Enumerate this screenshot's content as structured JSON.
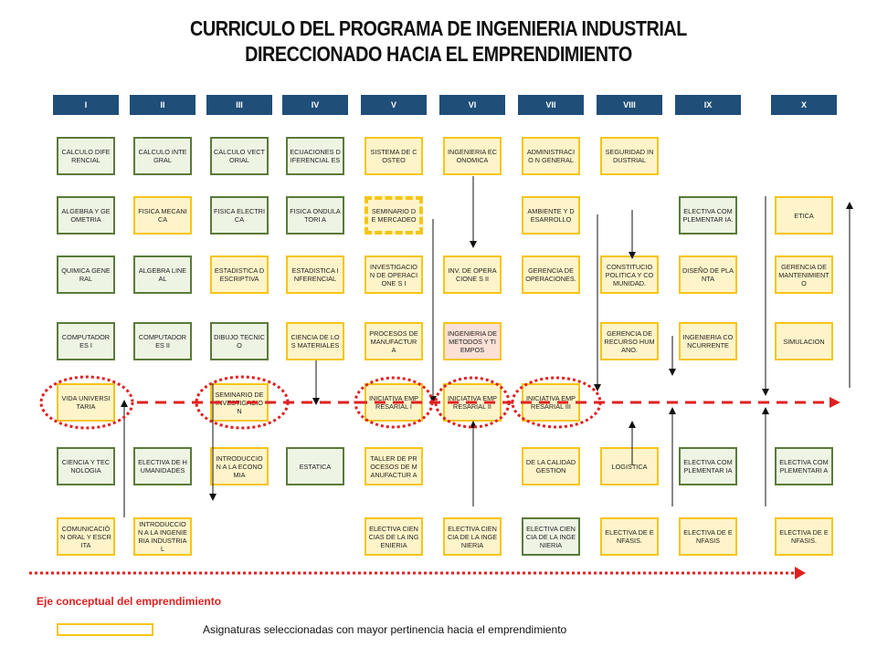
{
  "title": {
    "line1": "CURRICULO DEL PROGRAMA DE INGENIERIA INDUSTRIAL",
    "line2": "DIRECCIONADO HACIA EL EMPRENDIMIENTO"
  },
  "semesters": [
    "I",
    "II",
    "III",
    "IV",
    "V",
    "VI",
    "VII",
    "VIII",
    "IX",
    "X"
  ],
  "courses": [
    {
      "col": 0,
      "row": 0,
      "text": "CALCULO DIFERENCIAL",
      "style": "green"
    },
    {
      "col": 0,
      "row": 1,
      "text": "ALGEBRA Y GEOMETRIA",
      "style": "green"
    },
    {
      "col": 0,
      "row": 2,
      "text": "QUIMICA GENERAL",
      "style": "green"
    },
    {
      "col": 0,
      "row": 3,
      "text": "COMPUTADOR ES I",
      "style": "green"
    },
    {
      "col": 0,
      "row": 4,
      "text": "VIDA UNIVERSITARIA",
      "style": "yellow"
    },
    {
      "col": 0,
      "row": 5,
      "text": "CIENCIA Y TECNOLOGIA",
      "style": "green"
    },
    {
      "col": 0,
      "row": 6,
      "text": "COMUNICACIÓ N ORAL Y ESCRITA",
      "style": "yellow"
    },
    {
      "col": 1,
      "row": 0,
      "text": "CALCULO INTEGRAL",
      "style": "green"
    },
    {
      "col": 1,
      "row": 1,
      "text": "FISICA MECANICA",
      "style": "yellow"
    },
    {
      "col": 1,
      "row": 2,
      "text": "ALGEBRA LINEAL",
      "style": "green"
    },
    {
      "col": 1,
      "row": 3,
      "text": "COMPUTADOR ES II",
      "style": "green"
    },
    {
      "col": 1,
      "row": 5,
      "text": "ELECTIVA DE HUMANIDADES",
      "style": "green"
    },
    {
      "col": 1,
      "row": 6,
      "text": "INTRODUCCIO N A LA INGENIERIA INDUSTRIAL",
      "style": "yellow"
    },
    {
      "col": 2,
      "row": 0,
      "text": "CALCULO VECTORIAL",
      "style": "green"
    },
    {
      "col": 2,
      "row": 1,
      "text": "FISICA ELECTRICA",
      "style": "green"
    },
    {
      "col": 2,
      "row": 2,
      "text": "ESTADISTICA DESCRIPTIVA",
      "style": "yellow"
    },
    {
      "col": 2,
      "row": 3,
      "text": "DIBUJO TECNICO",
      "style": "green"
    },
    {
      "col": 2,
      "row": 4,
      "text": "SEMINARIO DE INVESTIGACIO N",
      "style": "yellow"
    },
    {
      "col": 2,
      "row": 5,
      "text": "INTRODUCCIO N A LA ECONOMIA",
      "style": "yellow"
    },
    {
      "col": 3,
      "row": 0,
      "text": "ECUACIONES DIFERENCIAL ES",
      "style": "green"
    },
    {
      "col": 3,
      "row": 1,
      "text": "FISICA ONDULATORI A",
      "style": "green"
    },
    {
      "col": 3,
      "row": 2,
      "text": "ESTADISTICA INFERENCIAL",
      "style": "yellow"
    },
    {
      "col": 3,
      "row": 3,
      "text": "CIENCIA DE LOS MATERIALES",
      "style": "yellow"
    },
    {
      "col": 3,
      "row": 5,
      "text": "ESTATICA",
      "style": "green"
    },
    {
      "col": 4,
      "row": 0,
      "text": "SISTEMA DE COSTEO",
      "style": "yellow"
    },
    {
      "col": 4,
      "row": 1,
      "text": "SEMINARIO DE MERCADEO",
      "style": "dashed"
    },
    {
      "col": 4,
      "row": 2,
      "text": "INVESTIGACIO N DE OPERACIONE S I",
      "style": "yellow"
    },
    {
      "col": 4,
      "row": 3,
      "text": "PROCESOS DE MANUFACTUR A",
      "style": "yellow"
    },
    {
      "col": 4,
      "row": 4,
      "text": "INICIATIVA EMPRESARIAL I",
      "style": "yellow"
    },
    {
      "col": 4,
      "row": 5,
      "text": "TALLER DE PROCESOS DE MANUFACTUR A",
      "style": "yellow"
    },
    {
      "col": 4,
      "row": 6,
      "text": "ELECTIVA CIENCIAS DE LA INGENIERIA",
      "style": "yellow"
    },
    {
      "col": 5,
      "row": 0,
      "text": "INGENIERIA ECONOMICA",
      "style": "yellow"
    },
    {
      "col": 5,
      "row": 2,
      "text": "INV. DE OPERACIONE S II",
      "style": "yellow"
    },
    {
      "col": 5,
      "row": 3,
      "text": "INGENIERIA DE METODOS Y TIEMPOS",
      "style": "pink"
    },
    {
      "col": 5,
      "row": 4,
      "text": "INICIATIVA EMPRESARIAL II",
      "style": "yellow"
    },
    {
      "col": 5,
      "row": 6,
      "text": "ELECTIVA CIENCIA DE LA INGENIERIA",
      "style": "yellow"
    },
    {
      "col": 6,
      "row": 0,
      "text": "ADMINISTRACIO N GENERAL",
      "style": "yellow"
    },
    {
      "col": 6,
      "row": 1,
      "text": "AMBIENTE Y DESARROLLO",
      "style": "yellow"
    },
    {
      "col": 6,
      "row": 2,
      "text": "GERENCIA DE OPERACIONES.",
      "style": "yellow"
    },
    {
      "col": 6,
      "row": 4,
      "text": "INICIATIVA EMPRESARIAL III",
      "style": "yellow"
    },
    {
      "col": 6,
      "row": 5,
      "text": "DE LA CALIDAD GESTION",
      "style": "yellow"
    },
    {
      "col": 6,
      "row": 6,
      "text": "ELECTIVA CIENCIA DE LA INGENIERIA",
      "style": "green"
    },
    {
      "col": 7,
      "row": 0,
      "text": "SEGURIDAD INDUSTRIAL",
      "style": "yellow"
    },
    {
      "col": 7,
      "row": 2,
      "text": "CONSTITUCIO POLITICA Y COMUNIDAD.",
      "style": "yellow"
    },
    {
      "col": 7,
      "row": 3,
      "text": "GERENCIA DE RECURSO HUMANO.",
      "style": "yellow"
    },
    {
      "col": 7,
      "row": 5,
      "text": "LOGISTICA",
      "style": "yellow"
    },
    {
      "col": 7,
      "row": 6,
      "text": "ELECTIVA DE ENFASIS.",
      "style": "yellow"
    },
    {
      "col": 8,
      "row": 1,
      "text": "ELECTIVA COMPLEMENTAR IA.",
      "style": "green"
    },
    {
      "col": 8,
      "row": 2,
      "text": "DISEÑO DE PLANTA",
      "style": "yellow"
    },
    {
      "col": 8,
      "row": 3,
      "text": "INGENIERIA CONCURRENTE",
      "style": "yellow"
    },
    {
      "col": 8,
      "row": 5,
      "text": "ELECTIVA COMPLEMENTAR IA",
      "style": "green"
    },
    {
      "col": 8,
      "row": 6,
      "text": "ELECTIVA DE ENFASIS",
      "style": "yellow"
    },
    {
      "col": 9,
      "row": 1,
      "text": "ETICA",
      "style": "yellow"
    },
    {
      "col": 9,
      "row": 2,
      "text": "GERENCIA DE MANTENIMIENTO",
      "style": "yellow"
    },
    {
      "col": 9,
      "row": 3,
      "text": "SIMULACION",
      "style": "yellow"
    },
    {
      "col": 9,
      "row": 5,
      "text": "ELECTIVA COMPLEMENTARI A",
      "style": "green"
    },
    {
      "col": 9,
      "row": 6,
      "text": "ELECTIVA DE ENFASIS.",
      "style": "yellow"
    }
  ],
  "colors": {
    "header_bg": "#1f4e79",
    "green_border": "#5a7a3a",
    "green_fill": "#eef4e4",
    "yellow_border": "#f5c518",
    "yellow_fill": "#fff4c9",
    "pink_fill": "#fbe0d6",
    "axis_red": "#e02020"
  },
  "legend": {
    "axis_label": "Eje conceptual del emprendimiento",
    "box_label": "Asignaturas seleccionadas con mayor pertinencia hacia el emprendimiento"
  }
}
